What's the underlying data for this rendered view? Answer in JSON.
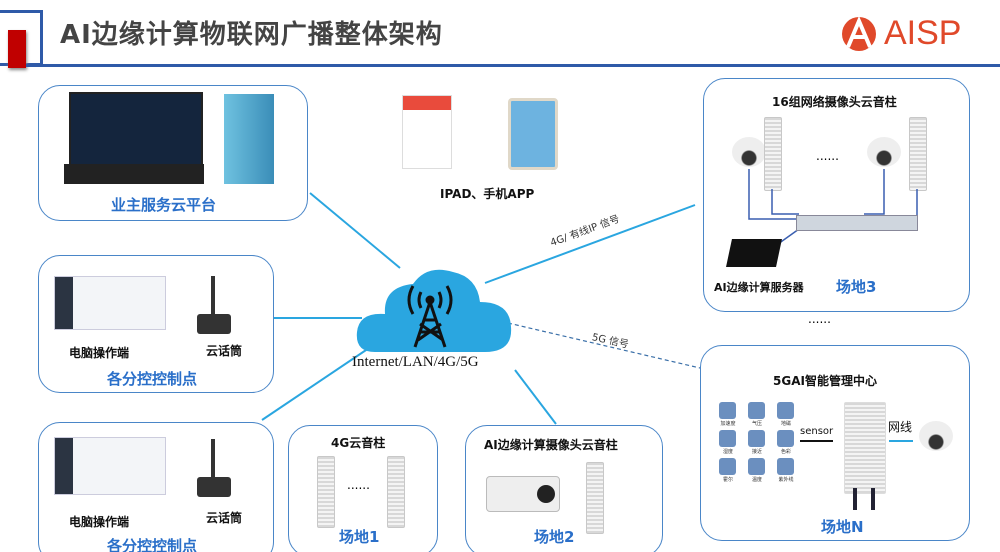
{
  "header": {
    "title": "AI边缘计算物联网广播整体架构",
    "logo_text": "AISP",
    "accent_color": "#c00000",
    "line_color": "#2f5aa8",
    "logo_color": "#e0492a"
  },
  "cloud": {
    "label": "Internet/LAN/4G/5G",
    "color": "#2aa6e0"
  },
  "owner_platform": {
    "label": "业主服务云平台"
  },
  "mobile": {
    "label": "IPAD、手机APP"
  },
  "links": {
    "wired": "4G/ 有线IP 信号",
    "fiveg": "5G 信号"
  },
  "site3": {
    "title": "16组网络摄像头云音柱",
    "ellipsis": "......",
    "server": "AI边缘计算服务器",
    "label": "场地3"
  },
  "between_sites": "......",
  "control_points": [
    {
      "pc": "电脑操作端",
      "mic": "云话筒",
      "label": "各分控控制点"
    },
    {
      "pc": "电脑操作端",
      "mic": "云话筒",
      "label": "各分控控制点"
    }
  ],
  "site1": {
    "title": "4G云音柱",
    "ellipsis": "......",
    "label": "场地1"
  },
  "site2": {
    "title": "AI边缘计算摄像头云音柱",
    "label": "场地2"
  },
  "siteN": {
    "title": "5GAI智能管理中心",
    "sensor_link": "sensor",
    "net_link": "网线",
    "label": "场地N",
    "sensors": [
      "加速度",
      "气压",
      "地磁",
      "湿度",
      "接近",
      "色彩",
      "霍尔",
      "温度",
      "紫外线"
    ]
  }
}
